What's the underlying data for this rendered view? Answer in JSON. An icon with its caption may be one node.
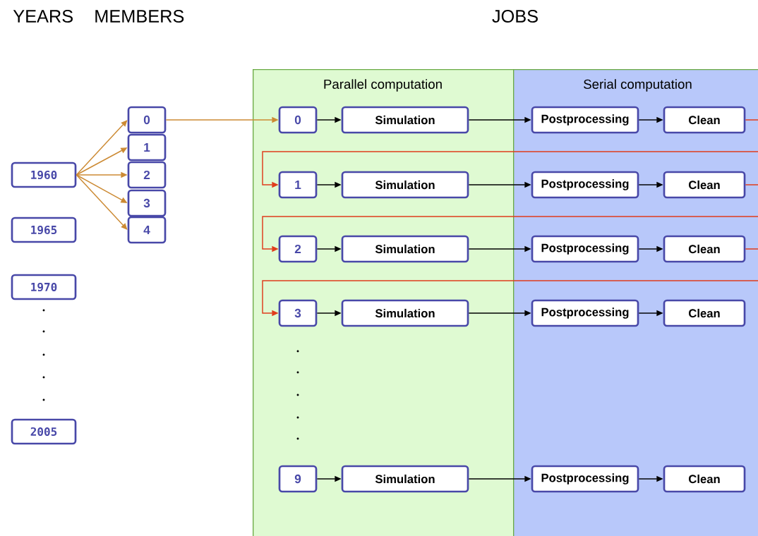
{
  "diagram": {
    "nodes": [
      {
        "text": [
          "1960"
        ]
      },
      {
        "text": [
          "1965"
        ]
      },
      {
        "text": [
          "1970"
        ]
      },
      {
        "text": [
          "2005"
        ]
      },
      {
        "text": [
          "0"
        ]
      },
      {
        "text": [
          "1"
        ]
      },
      {
        "text": [
          "2"
        ]
      },
      {
        "text": [
          "3"
        ]
      },
      {
        "text": [
          "4"
        ]
      },
      {
        "text": [
          "Parallel computation"
        ]
      },
      {
        "text": [
          "Serial computation"
        ]
      },
      {
        "text": [
          "0"
        ],
        "in": 9
      },
      {
        "text": [
          "Simulation"
        ],
        "in": 9
      },
      {
        "text": [
          "Postprocessing"
        ],
        "in": 10
      },
      {
        "text": [
          "Clean"
        ],
        "in": 10
      },
      {
        "text": [
          "1"
        ],
        "in": 9
      },
      {
        "text": [
          "Simulation"
        ],
        "in": 9
      },
      {
        "text": [
          "Postprocessing"
        ],
        "in": 10
      },
      {
        "text": [
          "Clean"
        ],
        "in": 10
      },
      {
        "text": [
          "2"
        ],
        "in": 9
      },
      {
        "text": [
          "Simulation"
        ],
        "in": 9
      },
      {
        "text": [
          "Postprocessing"
        ],
        "in": 10
      },
      {
        "text": [
          "Clean"
        ],
        "in": 10
      },
      {
        "text": [
          "3"
        ],
        "in": 9
      },
      {
        "text": [
          "Simulation"
        ],
        "in": 9
      },
      {
        "text": [
          "Postprocessing"
        ],
        "in": 10
      },
      {
        "text": [
          "Clean"
        ],
        "in": 10
      },
      {
        "text": [
          "9"
        ],
        "in": 9
      },
      {
        "text": [
          "Simulation"
        ],
        "in": 9
      },
      {
        "text": [
          "Postprocessing"
        ],
        "in": 10
      },
      {
        "text": [
          "Clean"
        ],
        "in": 10
      }
    ],
    "edges": [
      {
        "from": 0,
        "to": 4,
        "arrow": "to",
        "color": "#cc8a33"
      },
      {
        "from": 0,
        "to": 5,
        "arrow": "to",
        "color": "#cc8a33"
      },
      {
        "from": 0,
        "to": 6,
        "arrow": "to",
        "color": "#cc8a33"
      },
      {
        "from": 0,
        "to": 7,
        "arrow": "to",
        "color": "#cc8a33"
      },
      {
        "from": 0,
        "to": 8,
        "arrow": "to",
        "color": "#cc8a33"
      },
      {
        "from": 4,
        "to": 11,
        "arrow": "to",
        "color": "#cc8a33"
      },
      {
        "from": 11,
        "to": 12,
        "arrow": "to"
      },
      {
        "from": 12,
        "to": 13,
        "arrow": "to"
      },
      {
        "from": 13,
        "to": 14,
        "arrow": "to"
      },
      {
        "from": 14,
        "to": 15,
        "arrow": "to",
        "color": "#e03c1c"
      },
      {
        "from": 15,
        "to": 16,
        "arrow": "to"
      },
      {
        "from": 16,
        "to": 17,
        "arrow": "to"
      },
      {
        "from": 17,
        "to": 18,
        "arrow": "to"
      },
      {
        "from": 18,
        "to": 19,
        "arrow": "to",
        "color": "#e03c1c"
      },
      {
        "from": 19,
        "to": 20,
        "arrow": "to"
      },
      {
        "from": 20,
        "to": 21,
        "arrow": "to"
      },
      {
        "from": 21,
        "to": 22,
        "arrow": "to"
      },
      {
        "from": 22,
        "to": 23,
        "arrow": "to",
        "color": "#e03c1c"
      },
      {
        "from": 23,
        "to": 24,
        "arrow": "to"
      },
      {
        "from": 24,
        "to": 25,
        "arrow": "to"
      },
      {
        "from": 25,
        "to": 26,
        "arrow": "to"
      },
      {
        "from": 27,
        "to": 28,
        "arrow": "to"
      },
      {
        "from": 28,
        "to": 29,
        "arrow": "to"
      },
      {
        "from": 29,
        "to": 30,
        "arrow": "to"
      }
    ],
    "labels": [
      "YEARS",
      "MEMBERS",
      "JOBS"
    ]
  }
}
